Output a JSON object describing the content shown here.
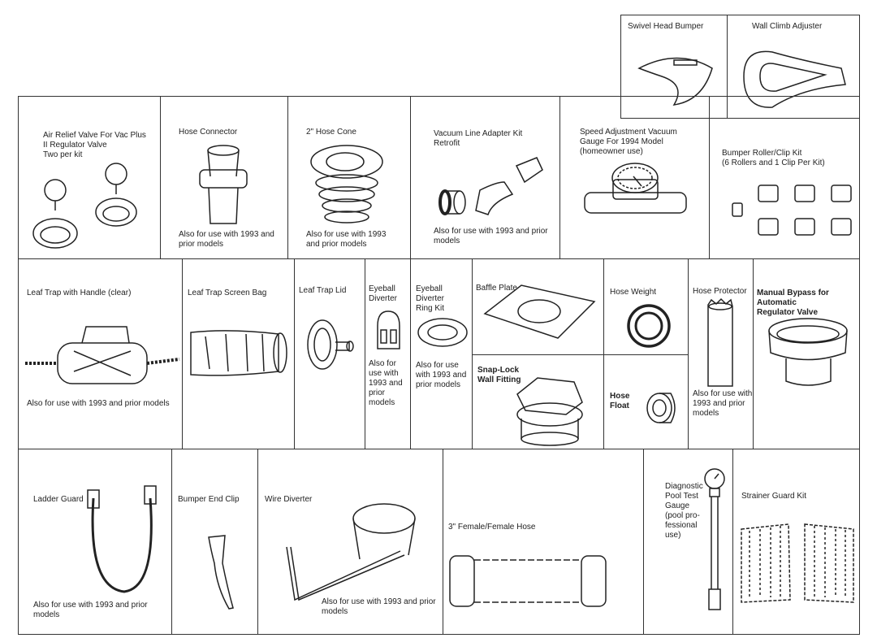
{
  "parts": {
    "swivel_head_bumper": {
      "title": "Swivel Head Bumper"
    },
    "wall_climb_adjuster": {
      "title": "Wall Climb Adjuster"
    },
    "air_relief_valve": {
      "title": "Air Relief Valve For Vac Plus\nII Regulator Valve\nTwo per kit"
    },
    "hose_connector": {
      "title": "Hose Connector",
      "note": "Also for use with 1993 and\nprior models"
    },
    "hose_cone": {
      "title": "2\" Hose Cone",
      "note": "Also for use with 1993\nand prior models"
    },
    "vacuum_line_adapter": {
      "title": "Vacuum Line Adapter Kit\nRetrofit",
      "note": "Also for use with 1993 and prior\nmodels"
    },
    "speed_gauge": {
      "title": "Speed Adjustment Vacuum\nGauge For 1994 Model\n(homeowner use)"
    },
    "bumper_roller": {
      "title": "Bumper Roller/Clip Kit\n(6 Rollers and 1 Clip Per Kit)"
    },
    "leaf_trap_handle": {
      "title": "Leaf Trap with Handle (clear)",
      "note": "Also for use with 1993 and prior models"
    },
    "leaf_trap_bag": {
      "title": "Leaf Trap Screen Bag"
    },
    "leaf_trap_lid": {
      "title": "Leaf Trap Lid"
    },
    "eyeball_diverter": {
      "title": "Eyeball\nDiverter",
      "note": "Also for\nuse with\n1993 and\nprior\nmodels"
    },
    "eyeball_ring": {
      "title": "Eyeball Diverter\nRing Kit",
      "note": "Also for use\nwith 1993 and\nprior models"
    },
    "baffle_plate": {
      "title": "Baffle Plate"
    },
    "snap_lock": {
      "title": "Snap-Lock\nWall Fitting"
    },
    "hose_weight": {
      "title": "Hose Weight"
    },
    "hose_float": {
      "title": "Hose\nFloat"
    },
    "hose_protector": {
      "title": "Hose Protector",
      "note": "Also for use with\n1993 and prior\nmodels"
    },
    "manual_bypass": {
      "title": "Manual Bypass for Automatic\nRegulator Valve"
    },
    "ladder_guard": {
      "title": "Ladder Guard",
      "note": "Also for use with 1993 and prior\nmodels"
    },
    "bumper_end_clip": {
      "title": "Bumper End Clip"
    },
    "wire_diverter": {
      "title": "Wire Diverter",
      "note": "Also for use with 1993 and prior\nmodels"
    },
    "female_hose": {
      "title": "3\" Female/Female Hose"
    },
    "diagnostic_gauge": {
      "title": "Diagnostic\nPool Test\nGauge\n(pool pro-\nfessional\nuse)"
    },
    "strainer_guard": {
      "title": "Strainer Guard Kit"
    }
  }
}
